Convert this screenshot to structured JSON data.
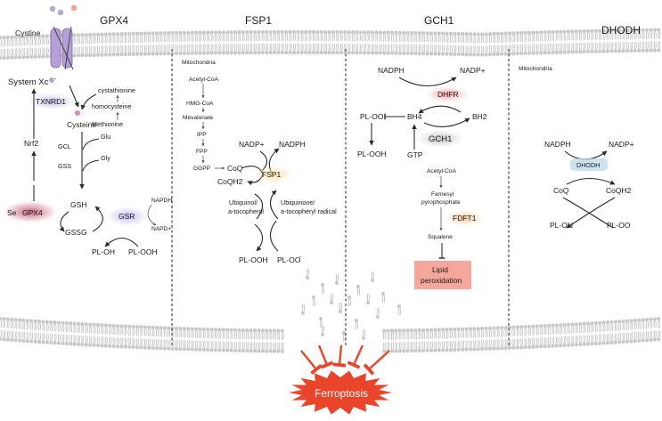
{
  "sections": {
    "gpx4": "GPX4",
    "fsp1": "FSP1",
    "gch1": "GCH1",
    "dhodh": "DHODH"
  },
  "gpx4_panel": {
    "cystine": "Cystine",
    "system_xc": "System Xc",
    "system_xc_sup": "-",
    "txnrd1": "TXNRD1",
    "cystathionine": "cystathionine",
    "homocysteine": "homocysteine",
    "methionine": "Methionine",
    "cysteine": "Cysteine",
    "gcl": "GCL",
    "glu": "Glu",
    "gss": "GSS",
    "gly": "Gly",
    "nrf2": "Nrf2",
    "se": "Se",
    "gpx4": "GPX4",
    "gsh": "GSH",
    "gssg": "GSSG",
    "gsr": "GSR",
    "nadph": "NAPDH",
    "nadp": "NAPD+",
    "pl_oh": "PL-OH",
    "pl_ooh": "PL-OOH"
  },
  "fsp1_panel": {
    "mitochondria": "Mitochondria",
    "acetyl_coa": "Acetyl-CoA",
    "hmg_coa": "HMG-CoA",
    "mevalonate": "Mevalonate",
    "ipp": "IPP",
    "fpp": "FPP",
    "ggpp": "GGPP",
    "coq": "CoQ",
    "coqh2": "CoQH2",
    "nadp": "NADP+",
    "nadph": "NADPH",
    "fsp1": "FSP1",
    "ubiquinol_1": "Ubiquinol/",
    "ubiquinol_2": "a-tocopherol",
    "ubiquinone_1": "Ubiquinone/",
    "ubiquinone_2": "a-tocopheryl radical",
    "pl_ooh": "PL-OOH",
    "pl_oo": "PL-OO",
    "pl_oo_sup": "-"
  },
  "gch1_panel": {
    "nadph": "NADPH",
    "nadp": "NADP+",
    "dhfr": "DHFR",
    "pl_oo": "PL-OO",
    "bh4": "BH4",
    "bh2": "BH2",
    "pl_ooh": "PL-OOH",
    "gtp": "GTP",
    "gch1": "GCH1",
    "acetyl_coa": "Acetyl-CoA",
    "farnesyl_1": "Farnesyl",
    "farnesyl_2": "pyrophosphate",
    "fdft1": "FDFT1",
    "squalene": "Squalene",
    "lipid_1": "Lipid",
    "lipid_2": "peroxidation"
  },
  "dhodh_panel": {
    "mitochondria": "Mitochondria",
    "nadph": "NADPH",
    "nadp": "NADP+",
    "dhodh": "DHODH",
    "coq": "CoQ",
    "coqh2": "CoQH2",
    "pl_oh": "PL-OH",
    "pl_oo": "PL-OO"
  },
  "outcome": {
    "ferroptosis": "Ferroptosis"
  },
  "colors": {
    "membrane_head": "#c9c9c9",
    "membrane_tail": "#bdbdbd",
    "txnrd1": "#c9c2ea",
    "gsr": "#c6c1ec",
    "gpx4_badge": "#c96a83",
    "fsp1": "#fde7b6",
    "dhfr": "#f3b2b6",
    "gch1": "#cfcfcf",
    "fdft1": "#f8d3b0",
    "dhodh": "#bcd8ec",
    "lipid_box": "#f6a79c",
    "ferroptosis": "#e8452a",
    "inhibit_arrow": "#e8452a",
    "transporter": "#b59fd6"
  }
}
